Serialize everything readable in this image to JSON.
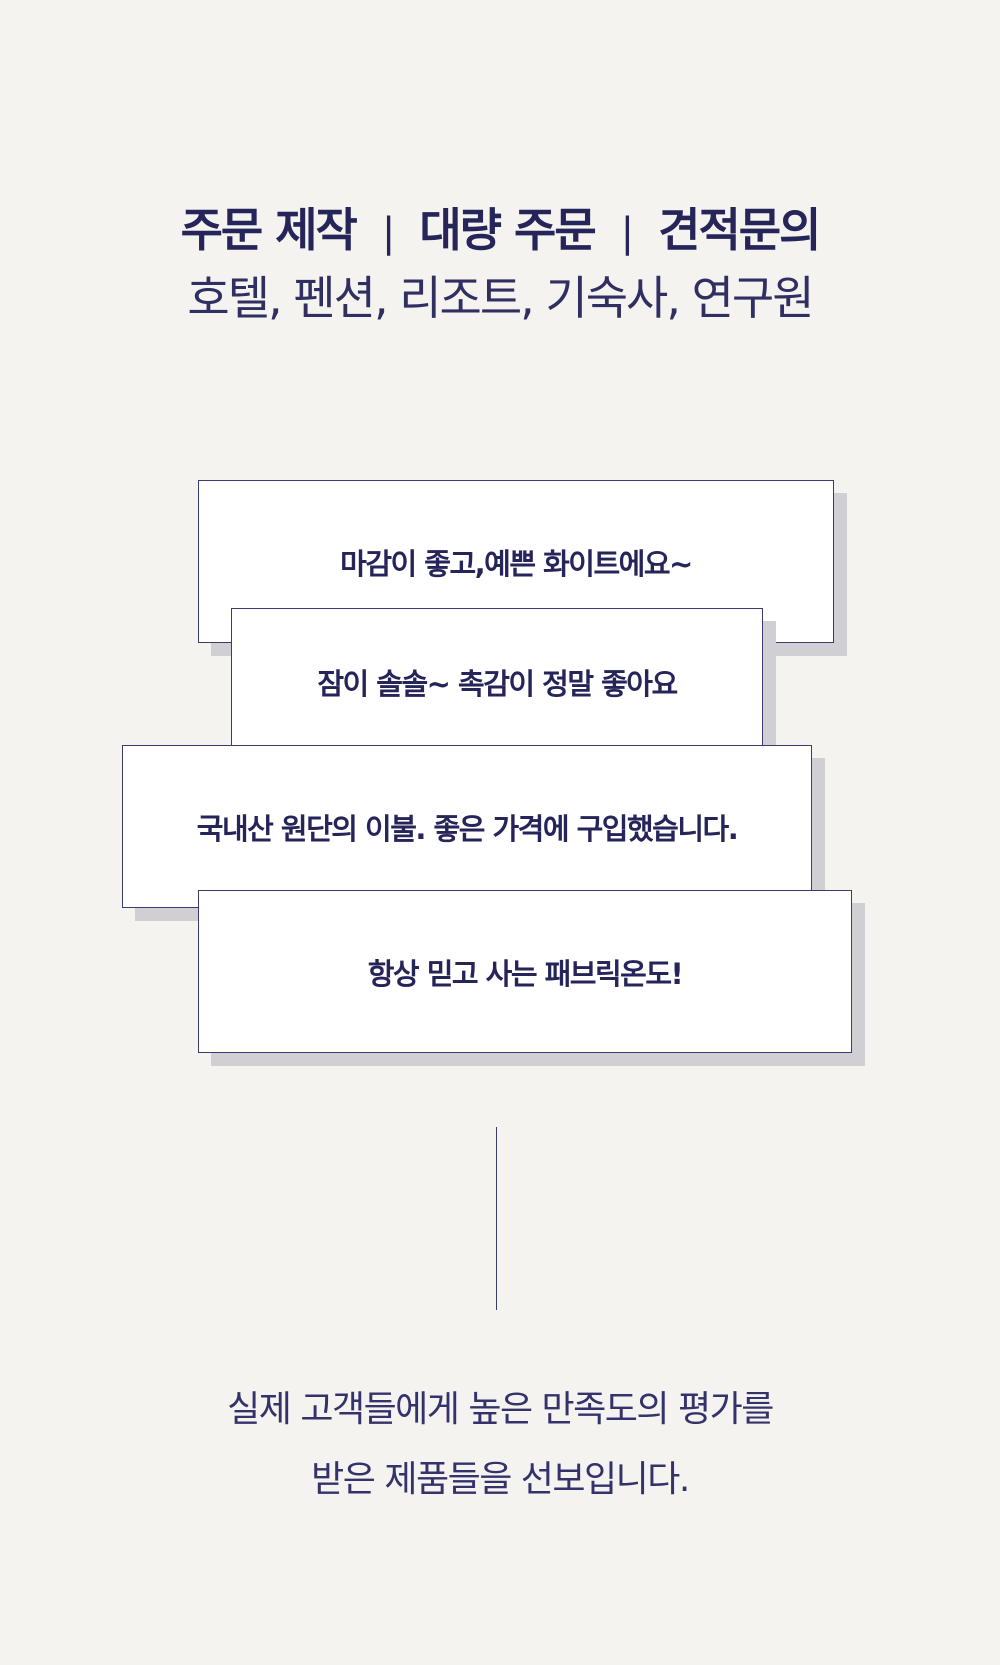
{
  "header": {
    "services": [
      "주문 제작",
      "대량 주문",
      "견적문의"
    ],
    "separator": "|",
    "targets": "호텔, 펜션, 리조트, 기숙사, 연구원"
  },
  "reviews": [
    "마감이 좋고,예쁜 화이트에요~",
    "잠이 솔솔~ 촉감이 정말 좋아요",
    "국내산 원단의 이불. 좋은 가격에 구입했습니다.",
    "항상 믿고 사는 패브릭온도!"
  ],
  "footer": {
    "line1": "실제 고객들에게 높은 만족도의 평가를",
    "line2": "받은 제품들을 선보입니다."
  },
  "colors": {
    "text": "#26255a",
    "background": "#f5f3f0",
    "shadow": "#d0cfd3"
  }
}
